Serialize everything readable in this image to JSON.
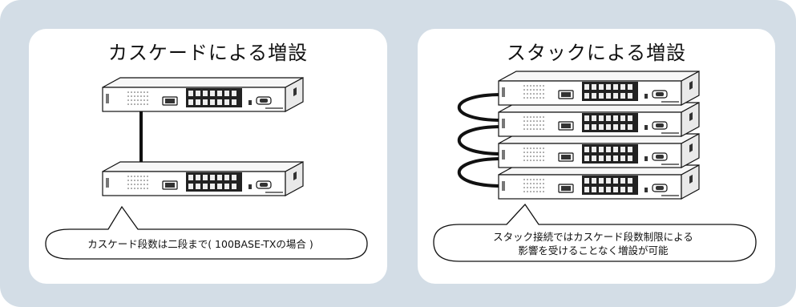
{
  "left": {
    "title": "カスケードによる増設",
    "callout": "カスケード段数は二段まで( 100BASE-TXの場合 )"
  },
  "right": {
    "title": "スタックによる増設",
    "callout_line1": "スタック接続ではカスケード段数制限による",
    "callout_line2": "影響を受けることなく増設が可能"
  },
  "colors": {
    "background": "#d3dde6",
    "panel": "#ffffff",
    "line": "#111111"
  }
}
